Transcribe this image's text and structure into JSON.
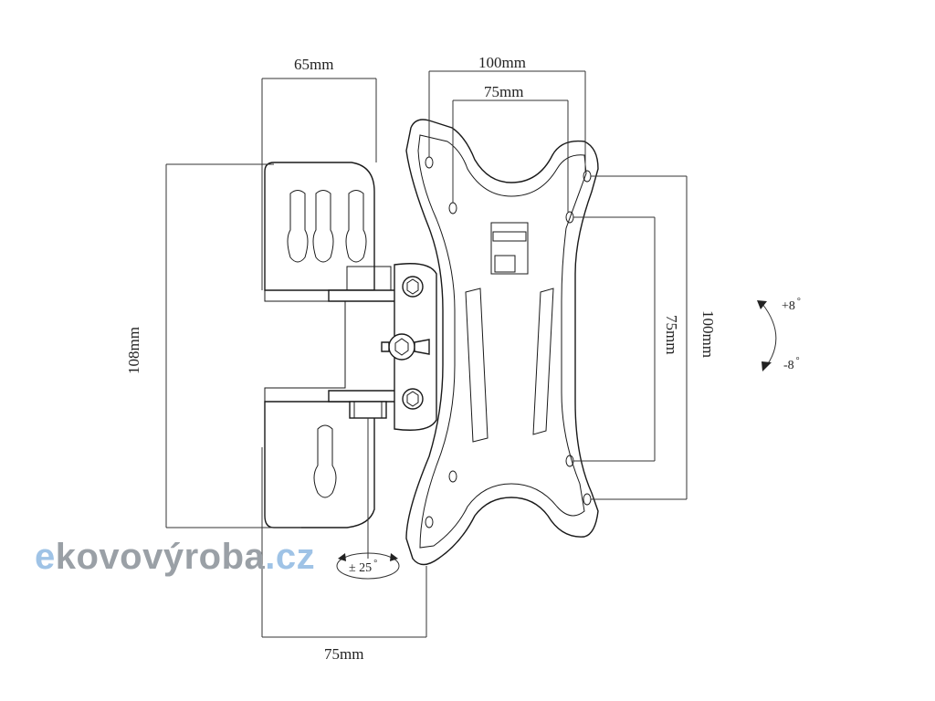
{
  "dimensions": {
    "top_wall_width": "65mm",
    "top_outer": "100mm",
    "top_inner": "75mm",
    "left_height": "108mm",
    "right_inner": "75mm",
    "right_outer": "100mm",
    "bottom_width": "75mm"
  },
  "tilt": {
    "plus": "+8",
    "minus": "-8"
  },
  "swivel": "± 25",
  "degree_symbol": "°",
  "watermark": {
    "e": "e",
    "main": "kovovýroba",
    "tld": ".cz"
  },
  "colors": {
    "line": "#1a1a1a",
    "watermark_blue": "#9fc3e6",
    "watermark_grey": "#9aa0a6"
  }
}
